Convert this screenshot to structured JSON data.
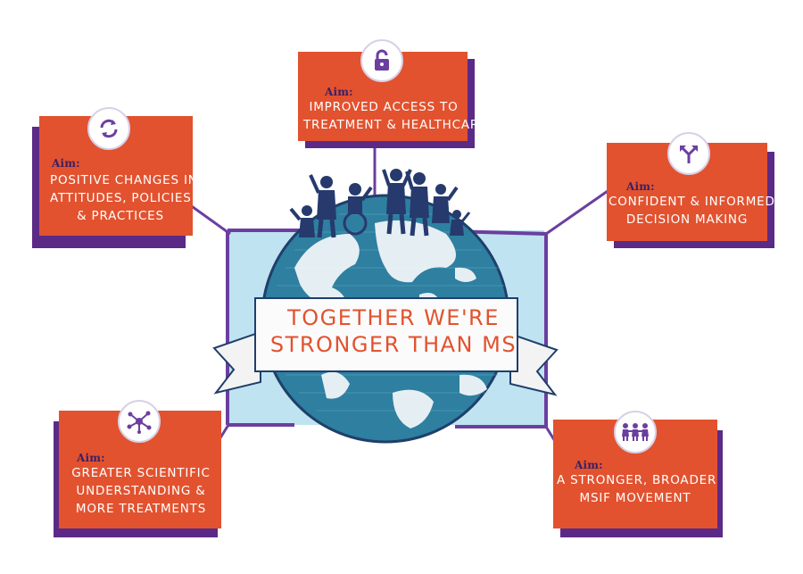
{
  "colors": {
    "card": "#e2522f",
    "shadow": "#5b2a86",
    "purple": "#6b3fa0",
    "ocean": "#2e7fa0",
    "land": "#f5f7fa",
    "sky": "#bfe3f1"
  },
  "center": {
    "title_lines": [
      "TOGETHER WE'RE",
      "STRONGER THAN MS"
    ]
  },
  "aims": [
    {
      "id": "access",
      "label": "Aim:",
      "lines": [
        "IMPROVED ACCESS TO",
        "TREATMENT & HEALTHCARE"
      ],
      "icon": "padlock-icon"
    },
    {
      "id": "attitudes",
      "label": "Aim:",
      "lines": [
        "POSITIVE CHANGES IN",
        "ATTITUDES, POLICIES",
        "& PRACTICES"
      ],
      "icon": "cycle-arrows-icon"
    },
    {
      "id": "decision",
      "label": "Aim:",
      "lines": [
        "CONFIDENT & INFORMED",
        "DECISION MAKING"
      ],
      "icon": "fork-arrows-icon"
    },
    {
      "id": "science",
      "label": "Aim:",
      "lines": [
        "GREATER SCIENTIFIC",
        "UNDERSTANDING &",
        "MORE TREATMENTS"
      ],
      "icon": "network-icon"
    },
    {
      "id": "movement",
      "label": "Aim:",
      "lines": [
        "A STRONGER, BROADER",
        "MSIF MOVEMENT"
      ],
      "icon": "people-chain-icon"
    }
  ]
}
